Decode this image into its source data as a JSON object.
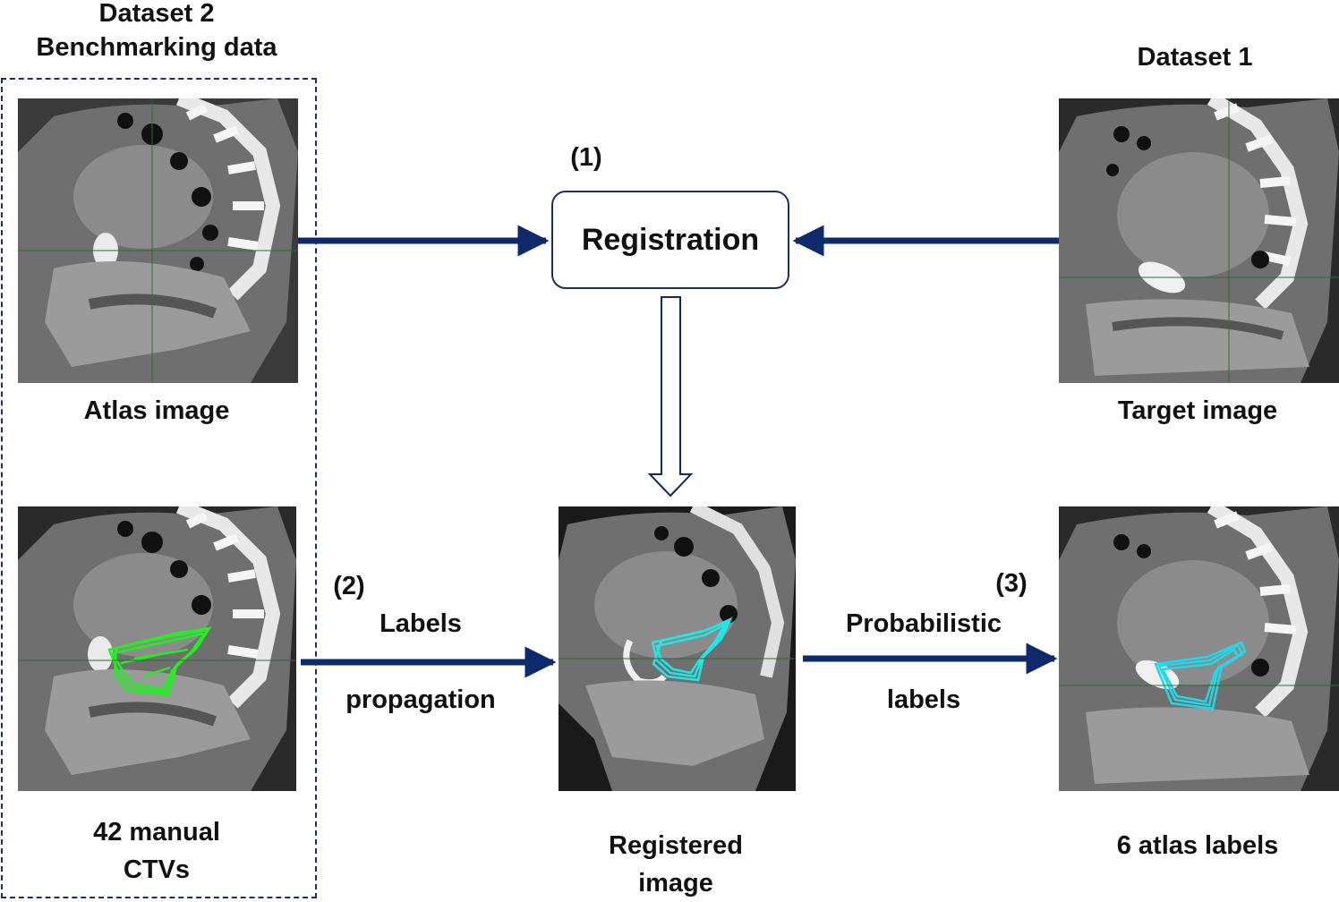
{
  "dataset2": {
    "title_line1": "Dataset 2",
    "title_line2": "Benchmarking data"
  },
  "dataset1": {
    "title": "Dataset 1"
  },
  "steps": {
    "step1": "(1)",
    "step2": "(2)",
    "step3": "(3)"
  },
  "registration_box": {
    "label": "Registration"
  },
  "images": {
    "atlas": {
      "caption": "Atlas image"
    },
    "target": {
      "caption": "Target image"
    },
    "manual_ctvs": {
      "caption_line1": "42 manual",
      "caption_line2": "CTVs"
    },
    "registered": {
      "caption_line1": "Registered",
      "caption_line2": "image"
    },
    "atlas_labels": {
      "caption": "6 atlas labels"
    }
  },
  "arrows": {
    "labels_propagation": {
      "line1": "Labels",
      "line2": "propagation"
    },
    "probabilistic_labels": {
      "line1": "Probabilistic",
      "line2": "labels"
    }
  },
  "colors": {
    "arrow": "#0e2a6b",
    "manual_contour": "#22ee22",
    "registered_contour": "#22e5e5",
    "atlas_label_contour": "#22d8e8"
  }
}
